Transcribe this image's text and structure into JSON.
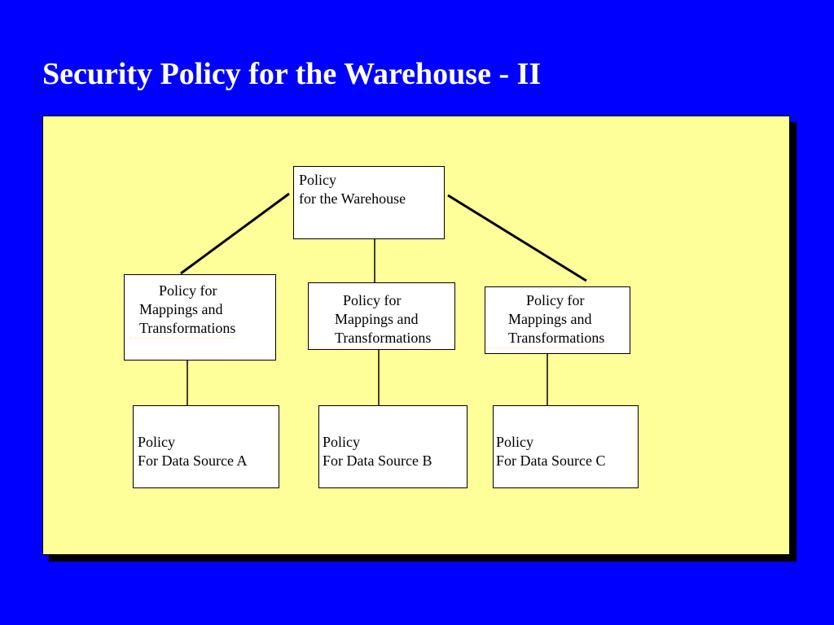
{
  "title": "Security Policy for the Warehouse - II",
  "colors": {
    "background": "#0000FF",
    "panel": "#FFFF99",
    "title": "#FFFFFF"
  },
  "diagram": {
    "root": {
      "line1": "Policy",
      "line2": "for the Warehouse"
    },
    "mappings": [
      {
        "line1": "Policy  for",
        "line2": "Mappings  and",
        "line3": "Transformations"
      },
      {
        "line1": "Policy  for",
        "line2": "Mappings  and",
        "line3": "Transformations"
      },
      {
        "line1": "Policy for",
        "line2": "Mappings  and",
        "line3": "Transformations"
      }
    ],
    "sources": [
      {
        "line1": "Policy",
        "line2": "For Data Source A"
      },
      {
        "line1": "Policy",
        "line2": "For Data Source B"
      },
      {
        "line1": "Policy",
        "line2": "For Data Source C"
      }
    ]
  }
}
